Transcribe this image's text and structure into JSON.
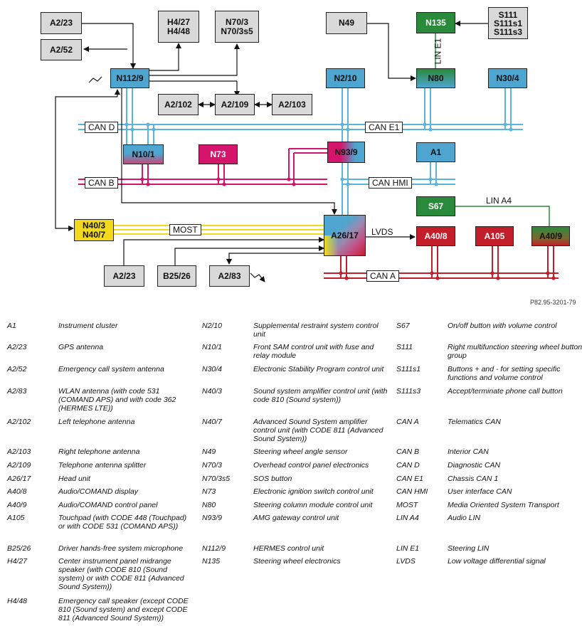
{
  "diagram": {
    "modules": {
      "a2_23_top": "A2/23",
      "a2_52": "A2/52",
      "h4_27_48": "H4/27\nH4/48",
      "n70_3": "N70/3\nN70/3s5",
      "n49": "N49",
      "n135": "N135",
      "s111": "S111\nS111s1\nS111s3",
      "n112_9": "N112/9",
      "n2_10": "N2/10",
      "n80": "N80",
      "n30_4": "N30/4",
      "a2_102": "A2/102",
      "a2_109": "A2/109",
      "a2_103": "A2/103",
      "n10_1": "N10/1",
      "n73": "N73",
      "n93_9": "N93/9",
      "a1": "A1",
      "s67": "S67",
      "n40_3_7": "N40/3\nN40/7",
      "a26_17": "A26/17",
      "a40_8": "A40/8",
      "a105": "A105",
      "a40_9": "A40/9",
      "a2_23_bottom": "A2/23",
      "b25_26": "B25/26",
      "a2_83": "A2/83"
    },
    "bus_labels": {
      "can_d": "CAN D",
      "can_e1": "CAN E1",
      "can_b": "CAN B",
      "can_hmi": "CAN HMI",
      "most": "MOST",
      "can_a": "CAN A",
      "lin_a4": "LIN A4",
      "lin_e1": "LIN E1",
      "lvds": "LVDS"
    },
    "colors": {
      "can_blue": "#5ab4dc",
      "can_b_pink": "#d5156b",
      "can_a_red": "#c21f2a",
      "most_yellow": "#f2d91b",
      "lin_green": "#2a8a3c",
      "signal_black": "#111111"
    },
    "reference": "P82.95-3201-79"
  },
  "legend": [
    [
      {
        "code": "A1",
        "desc": "Instrument cluster"
      },
      {
        "code": "A2/23",
        "desc": "GPS antenna"
      },
      {
        "code": "A2/52",
        "desc": "Emergency call system antenna"
      },
      {
        "code": "A2/83",
        "desc": "WLAN antenna (with code 531 (COMAND APS) and with code 362 (HERMES LTE))"
      },
      {
        "code": "A2/102",
        "desc": "Left telephone antenna"
      },
      {
        "code": "A2/103",
        "desc": "Right telephone antenna"
      },
      {
        "code": "A2/109",
        "desc": "Telephone antenna splitter"
      },
      {
        "code": "A26/17",
        "desc": "Head unit"
      },
      {
        "code": "A40/8",
        "desc": "Audio/COMAND display"
      },
      {
        "code": "A40/9",
        "desc": "Audio/COMAND control panel"
      },
      {
        "code": "A105",
        "desc": "Touchpad (with CODE 448 (Touchpad) or with CODE 531 (COMAND APS))"
      },
      {
        "code": "B25/26",
        "desc": "Driver hands-free system microphone"
      },
      {
        "code": "H4/27",
        "desc": "Center instrument panel midrange speaker (with CODE 810 (Sound system) or with CODE 811 (Advanced Sound System))"
      },
      {
        "code": "H4/48",
        "desc": "Emergency call speaker (except CODE 810 (Sound system) and except CODE 811 (Advanced Sound System))"
      }
    ],
    [
      {
        "code": "N2/10",
        "desc": "Supplemental restraint system control unit"
      },
      {
        "code": "N10/1",
        "desc": "Front SAM control unit with fuse and relay module"
      },
      {
        "code": "N30/4",
        "desc": "Electronic Stability Program control unit"
      },
      {
        "code": "N40/3",
        "desc": "Sound system amplifier control unit (with code 810 (Sound system))"
      },
      {
        "code": "N40/7",
        "desc": "Advanced Sound System amplifier control unit (with CODE 811 (Advanced Sound System))"
      },
      {
        "code": "N49",
        "desc": "Steering wheel angle sensor"
      },
      {
        "code": "N70/3",
        "desc": "Overhead control panel electronics"
      },
      {
        "code": "N70/3s5",
        "desc": "SOS button"
      },
      {
        "code": "N73",
        "desc": "Electronic ignition switch control unit"
      },
      {
        "code": "N80",
        "desc": "Steering column module control unit"
      },
      {
        "code": "N93/9",
        "desc": "AMG gateway control unit"
      },
      {
        "code": "N112/9",
        "desc": "HERMES control unit"
      },
      {
        "code": "N135",
        "desc": "Steering wheel electronics"
      }
    ],
    [
      {
        "code": "S67",
        "desc": "On/off button with volume control"
      },
      {
        "code": "S111",
        "desc": "Right multifunction steering wheel button group"
      },
      {
        "code": "S111s1",
        "desc": "Buttons + and - for setting specific functions and volume control"
      },
      {
        "code": "S111s3",
        "desc": "Accept/terminate phone call button"
      },
      {
        "code": "CAN A",
        "desc": "Telematics CAN"
      },
      {
        "code": "CAN B",
        "desc": "Interior CAN"
      },
      {
        "code": "CAN D",
        "desc": "Diagnostic CAN"
      },
      {
        "code": "CAN E1",
        "desc": "Chassis CAN 1"
      },
      {
        "code": "CAN HMI",
        "desc": "User interface CAN"
      },
      {
        "code": "MOST",
        "desc": "Media Oriented System Transport"
      },
      {
        "code": "LIN A4",
        "desc": "Audio LIN"
      },
      {
        "code": "LIN E1",
        "desc": "Steering LIN"
      },
      {
        "code": "LVDS",
        "desc": "Low voltage differential signal"
      }
    ]
  ]
}
